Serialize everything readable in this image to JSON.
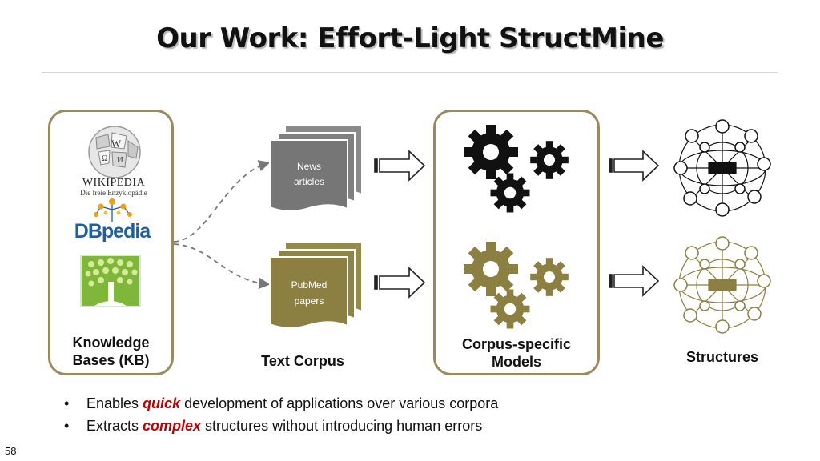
{
  "title": "Our Work: Effort-Light StructMine",
  "kb": {
    "wikipedia_wordmark": "WIKIPEDIA",
    "wikipedia_tagline": "Die freie Enzyklopädie",
    "dbpedia_wordmark": "DBpedia",
    "label_line1": "Knowledge",
    "label_line2": "Bases (KB)"
  },
  "corpus": {
    "doc1_line1": "News",
    "doc1_line2": "articles",
    "doc2_line1": "PubMed",
    "doc2_line2": "papers",
    "label": "Text Corpus"
  },
  "models": {
    "label_line1": "Corpus-specific",
    "label_line2": "Models"
  },
  "structures": {
    "label": "Structures"
  },
  "bullets": [
    {
      "before": "Enables ",
      "emph": "quick",
      "after": " development of applications over various corpora"
    },
    {
      "before": "Extracts ",
      "emph": "complex",
      "after": " structures without introducing human errors"
    }
  ],
  "bullet_glyph": "•",
  "page_number": "58",
  "colors": {
    "frame": "#9b8a5e",
    "olive": "#8c7f42",
    "dark_doc": "#767676",
    "emph": "#c00000"
  }
}
